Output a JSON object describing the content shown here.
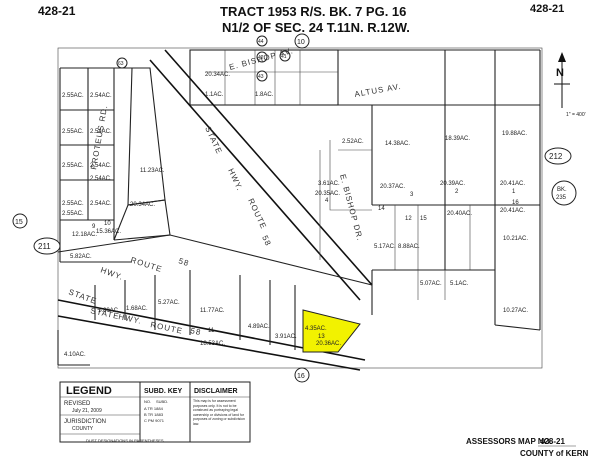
{
  "header": {
    "map_no_left": "428-21",
    "map_no_right": "428-21",
    "title_line1": "TRACT 1953 R/S. BK. 7 PG. 16",
    "title_line2": "N1/2 OF SEC. 24 T.11N. R.12W."
  },
  "north_label": "N",
  "scale_label": "1\" = 400'",
  "highlight_color": "#f2f200",
  "roads": {
    "state_hwy_left": "STATE",
    "hwy_left": "HWY.",
    "route_left": "ROUTE",
    "route_num_left": "58",
    "state_hwy_bottom": "STATE",
    "hwy_bottom": "HWY.",
    "route_bottom": "ROUTE",
    "route_num_bottom": "58",
    "state_center": "STATE",
    "hwy_center": "HWY.",
    "route_center": "ROUTE",
    "route_num_center": "58",
    "proteus": "PROTEUS RD.",
    "bishop_av_top": "E. BISHOP AV.",
    "altus": "ALTUS AV.",
    "bishop_av_mid": "E. BISHOP DR."
  },
  "circles": {
    "c10": "10",
    "c15": "15",
    "c16": "16",
    "c211": "211",
    "c212": "212",
    "c63": "63",
    "c44": "44",
    "c41": "41",
    "c42": "42",
    "c43": "43"
  },
  "book_ref": {
    "label": "BK.",
    "value": "235"
  },
  "parcels": {
    "p_a1": "2.55AC.",
    "p_a2": "2.55AC.",
    "p_a3": "2.55AC.",
    "p_a4": "2.55AC.",
    "p_a5": "2.55AC.",
    "p_b1": "2.54AC.",
    "p_b2": "2.54AC.",
    "p_b3": "2.54AC.",
    "p_b4": "2.54AC.",
    "p_b5": "2.54AC.",
    "p_9": "9",
    "p_9ac": "12.18AC.",
    "p_10": "10",
    "p_10ac": "15.36AC.",
    "p_5": "5.82AC.",
    "p_11": "11.23AC.",
    "p_20_34": "20.34AC.",
    "p_20_34b": "20.34AC.",
    "p_1_1": "1.1AC.",
    "p_1_8": "1.8AC.",
    "p_2_52": "2.52AC.",
    "p_14_38": "14.38AC.",
    "p_18_38": "18.39AC.",
    "p_19_88": "19.88AC.",
    "p_3_61": "3.61AC.",
    "p_20_35": "20.35AC.",
    "p_20_37": "20.37AC.",
    "p_20_39": "20.39AC.",
    "p_20_41": "20.41AC.",
    "p_20_41b": "20.41AC.",
    "p_5_17": "5.17AC.",
    "p_8_88": "8.88AC.",
    "p_20_40": "20.40AC.",
    "p_10_21": "10.21AC.",
    "p_10_21b": "10.27AC.",
    "p_5_07": "5.07AC.",
    "p_5_1": "5.1AC.",
    "p_20_36": "20.36AC.",
    "p_4_55": "4.35AC.",
    "p_3_91": "3.91AC.",
    "p_4_89": "4.89AC.",
    "p_11_77": "11.77AC.",
    "p_18_53": "18.53AC.",
    "p_5_27": "5.27AC.",
    "p_1_68": "1.68AC.",
    "p_1_80": "1.80AC.",
    "p_4_10": "4.10AC.",
    "n11": "11",
    "n12": "12",
    "n13": "13",
    "n14": "14",
    "n15": "15",
    "n16": "16",
    "n4": "4",
    "n3": "3",
    "n2": "2",
    "n1": "1"
  },
  "legend": {
    "title": "LEGEND",
    "revised_label": "REVISED",
    "revised_date": "July 21, 2009",
    "jurisdiction_label": "JURISDICTION",
    "jurisdiction_value": "COUNTY",
    "note": "DUST DESIGNATIONS IN PARENTHESES"
  },
  "subd_key": {
    "title": "SUBD. KEY",
    "col1": "NO.",
    "col2": "SUBD.",
    "rows": [
      "A  TR 1884",
      "B  TR 1883",
      "C  PM 9071"
    ]
  },
  "disclaimer": {
    "title": "DISCLAIMER",
    "text": "This map is for assessment purposes only. It is not to be construed as portraying legal ownership or divisions of land for purposes of zoning or subdivision law."
  },
  "footer": {
    "assessor_line": "ASSESSORS MAP NO.",
    "map_no": "428-21",
    "county": "COUNTY of KERN"
  }
}
